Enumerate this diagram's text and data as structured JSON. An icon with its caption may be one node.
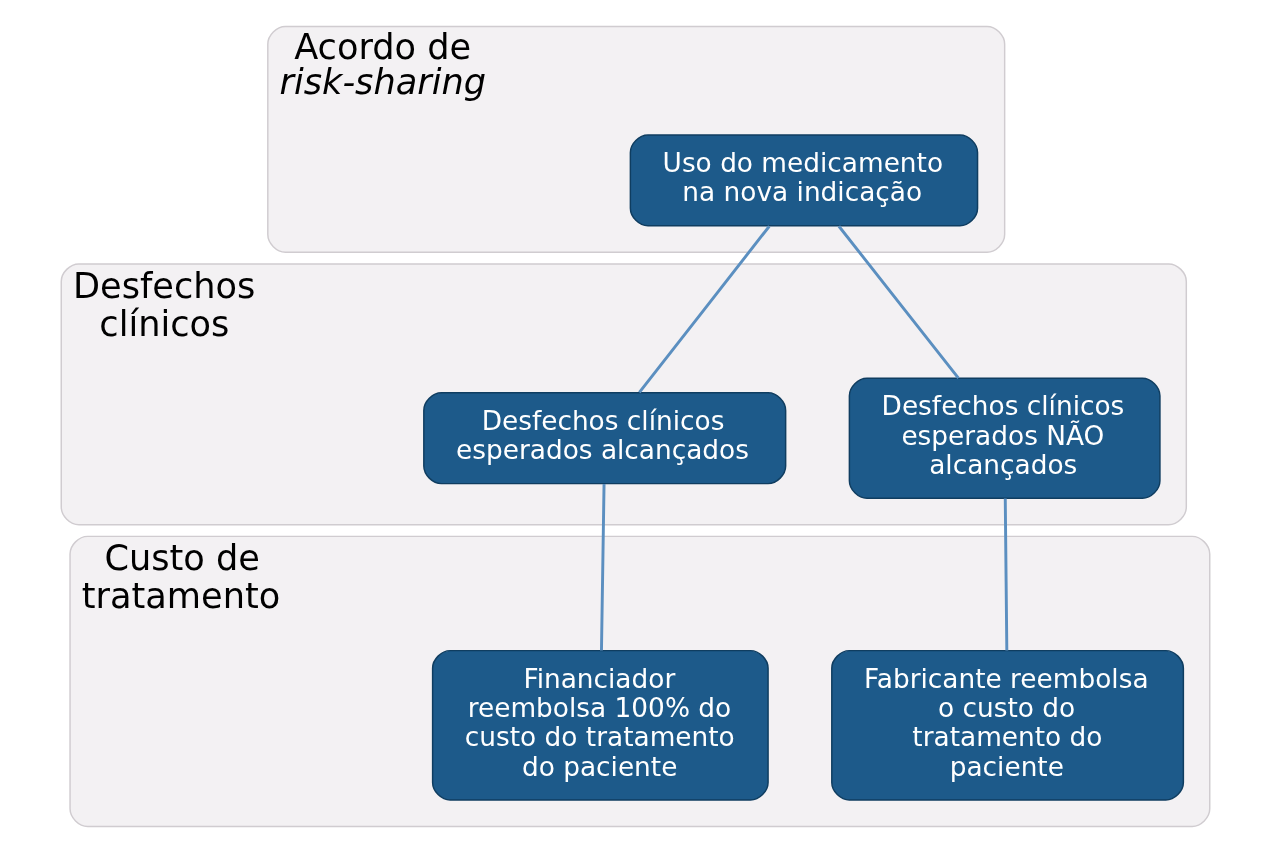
{
  "diagram": {
    "nodes": [
      {
        "text": [
          "Acordo de *risk-sharing*"
        ]
      },
      {
        "text": [
          "Uso do medicamento na nova indicação"
        ],
        "in": 0
      },
      {
        "text": [
          "Desfechos clínicos"
        ]
      },
      {
        "text": [
          "Desfechos clínicos esperados alcançados"
        ],
        "in": 2
      },
      {
        "text": [
          "Desfechos clínicos esperados NÃO alcançados"
        ],
        "in": 2
      },
      {
        "text": [
          "Custo de tratamento"
        ]
      },
      {
        "text": [
          "Financiador reembolsa 100% do custo do tratamento do paciente"
        ],
        "in": 5
      },
      {
        "text": [
          "Fabricante reembolsa o custo do tratamento do paciente"
        ],
        "in": 5
      }
    ],
    "edges": [
      {
        "from": 1,
        "to": 3,
        "arrow": "none"
      },
      {
        "from": 1,
        "to": 4,
        "arrow": "none"
      },
      {
        "from": 3,
        "to": 6,
        "arrow": "none"
      },
      {
        "from": 4,
        "to": 7,
        "arrow": "none"
      }
    ]
  }
}
